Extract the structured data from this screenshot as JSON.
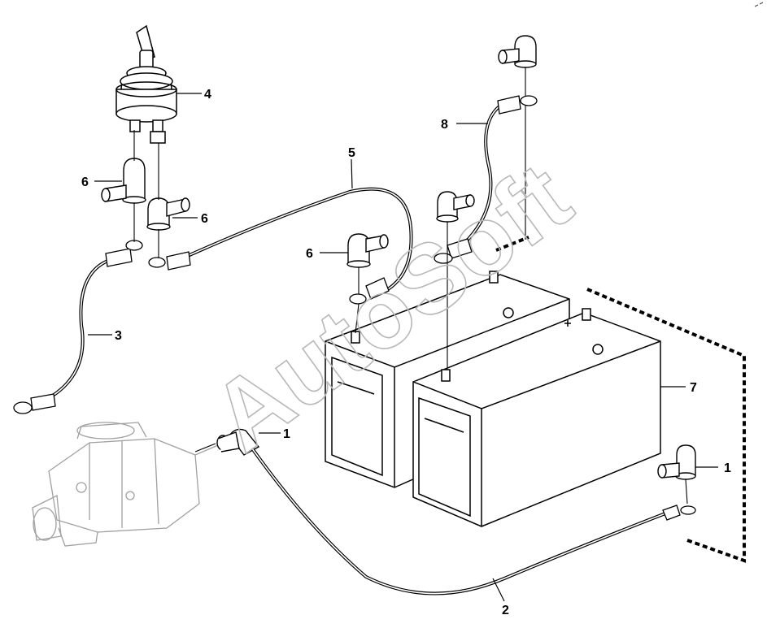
{
  "watermark": "AutoSoft",
  "callouts": {
    "c1a": "1",
    "c1b": "1",
    "c2": "2",
    "c3": "3",
    "c4": "4",
    "c5": "5",
    "c6a": "6",
    "c6b": "6",
    "c6c": "6",
    "c7": "7",
    "c8": "8"
  },
  "parts": [
    {
      "id": "1",
      "label": "terminal-cap"
    },
    {
      "id": "2",
      "label": "cable-starter-to-battery"
    },
    {
      "id": "3",
      "label": "ground-cable"
    },
    {
      "id": "4",
      "label": "battery-disconnect-switch"
    },
    {
      "id": "5",
      "label": "cable-switch-to-battery"
    },
    {
      "id": "6",
      "label": "terminal-cap"
    },
    {
      "id": "7",
      "label": "battery"
    },
    {
      "id": "8",
      "label": "battery-jumper-cable"
    }
  ]
}
